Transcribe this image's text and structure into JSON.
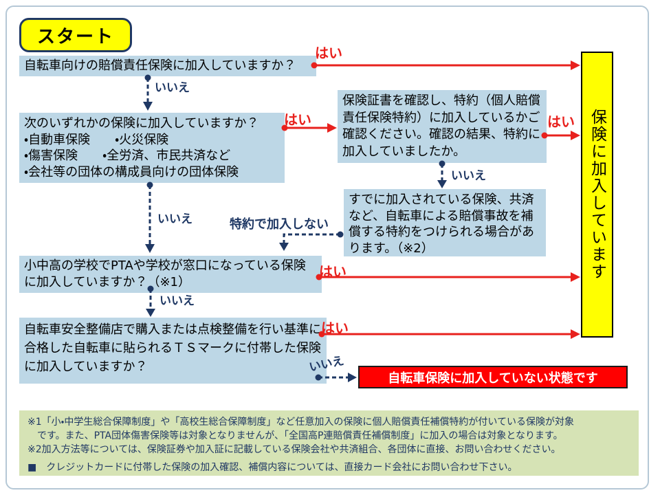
{
  "start_label": "スタート",
  "labels": {
    "yes": "はい",
    "no": "いいえ",
    "no_rider": "特約で加入しない"
  },
  "boxes": {
    "q1": "自転車向けの賠償責任保険に加入していますか？",
    "q2": "次のいずれかの保険に加入していますか？\n・自動車保険　　・火災保険\n・傷害保険　　・全労済、市民共済など\n・会社等の団体の構成員向けの団体保険",
    "confirm": "保険証書を確認し、特約（個人賠償責任保険特約）に加入しているかご確認ください。確認の結果、特約に加入していましたか。",
    "rider_info": "すでに加入されている保険、共済など、自転車による賠償事故を補償する特約をつけられる場合があります。（※2）",
    "q3_pta": "小中高の学校でPTAや学校が窓口になっている保険に加入していますか？（※1）",
    "q4_ts": "自転車安全整備店で購入または点検整備を行い基準に合格した自転車に貼られるＴＳマークに付帯した保険に加入していますか？"
  },
  "results": {
    "insured": "保険に加入しています",
    "not_insured": "自転車保険に加入していない状態です"
  },
  "footer": {
    "notes": "※1「小・中学生総合保障制度」や「高校生総合保障制度」など任意加入の保険に個人賠償責任補償特約が付いている保険が対象\n　です。また、PTA団体傷害保険等は対象となりませんが、「全国高P連賠償責任補償制度」に加入の場合は対象となります。\n※2加入方法等については、保険証券や加入証に記載している保険会社や共済組合、各団体に直接、お問い合わせください。",
    "credit": "■　クレジットカードに付帯した保険の加入確認、補償内容については、直接カード会社にお問い合わせ下さい。"
  },
  "colors": {
    "box_blue": "#bdd7e6",
    "navy": "#1f3864",
    "arrow_red": "#e8211d",
    "result_red": "#ff0000",
    "yellow": "#ffff00",
    "footer_green": "#d6e3b5"
  }
}
